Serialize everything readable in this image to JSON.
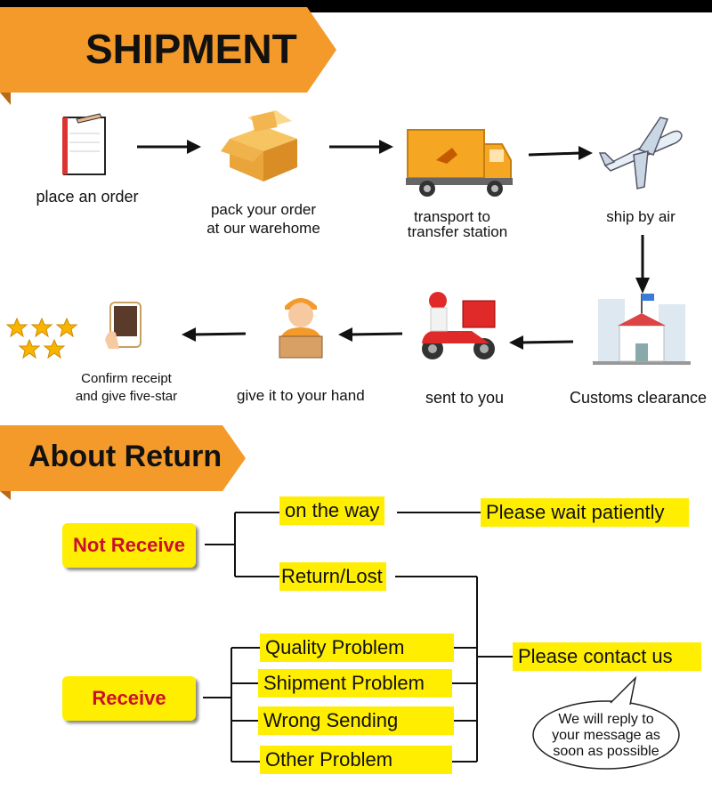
{
  "shipment": {
    "title": "SHIPMENT",
    "steps": [
      {
        "label": "place an order",
        "icon": "clipboard-icon"
      },
      {
        "label_line1": "pack your order",
        "label_line2": "at our warehome",
        "icon": "box-icon"
      },
      {
        "label_line1": "transport to",
        "label_line2": "transfer station",
        "icon": "truck-icon"
      },
      {
        "label": "ship by air",
        "icon": "airplane-icon"
      },
      {
        "label": "Customs clearance",
        "icon": "customs-building-icon"
      },
      {
        "label": "sent to you",
        "icon": "scooter-courier-icon"
      },
      {
        "label": "give it to your hand",
        "icon": "delivery-man-icon"
      },
      {
        "label_line1": "Confirm receipt",
        "label_line2": "and give five-star",
        "icon": "phone-icon"
      }
    ],
    "stars_icon": "five-stars-icon"
  },
  "return": {
    "title": "About Return",
    "not_receive": "Not Receive",
    "receive": "Receive",
    "on_the_way": "on the way",
    "please_wait": "Please wait patiently",
    "return_lost": "Return/Lost",
    "problems": [
      "Quality Problem",
      "Shipment Problem",
      "Wrong Sending",
      "Other Problem"
    ],
    "contact": "Please contact us",
    "bubble_line1": "We will reply to",
    "bubble_line2": "your message as",
    "bubble_line3": "soon as possible"
  },
  "colors": {
    "banner_orange": "#f39a2a",
    "label_yellow": "#ffee00",
    "button_text_red": "#c8102e"
  }
}
